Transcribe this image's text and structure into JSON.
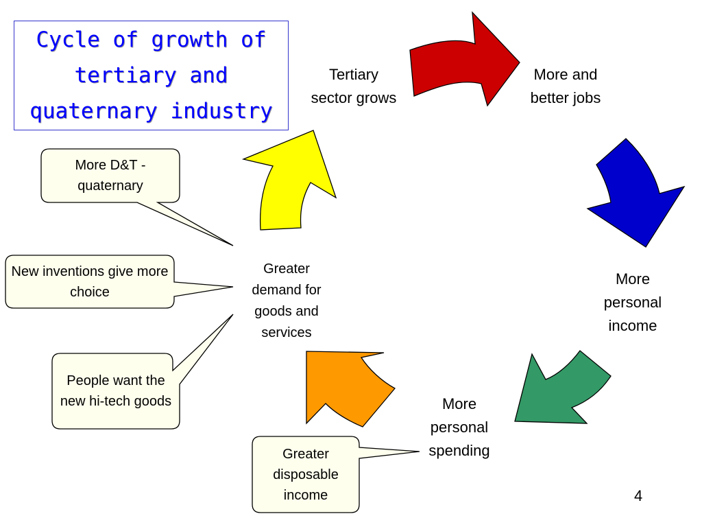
{
  "title": "Cycle of growth of tertiary and quaternary industry",
  "cycle": {
    "stages": [
      "Tertiary sector grows",
      "More and better jobs",
      "More personal income",
      "More personal spending",
      "Greater demand for goods and services"
    ],
    "arrow_colors": {
      "red": "#cc0000",
      "blue": "#0000cc",
      "green": "#339966",
      "orange": "#ff9900",
      "yellow": "#ffff00"
    }
  },
  "callouts": [
    "More D&T - quaternary",
    "New inventions give more choice",
    "People want the new hi-tech goods",
    "Greater disposable income"
  ],
  "callout_fill": "#ffffee",
  "page_number": "4"
}
